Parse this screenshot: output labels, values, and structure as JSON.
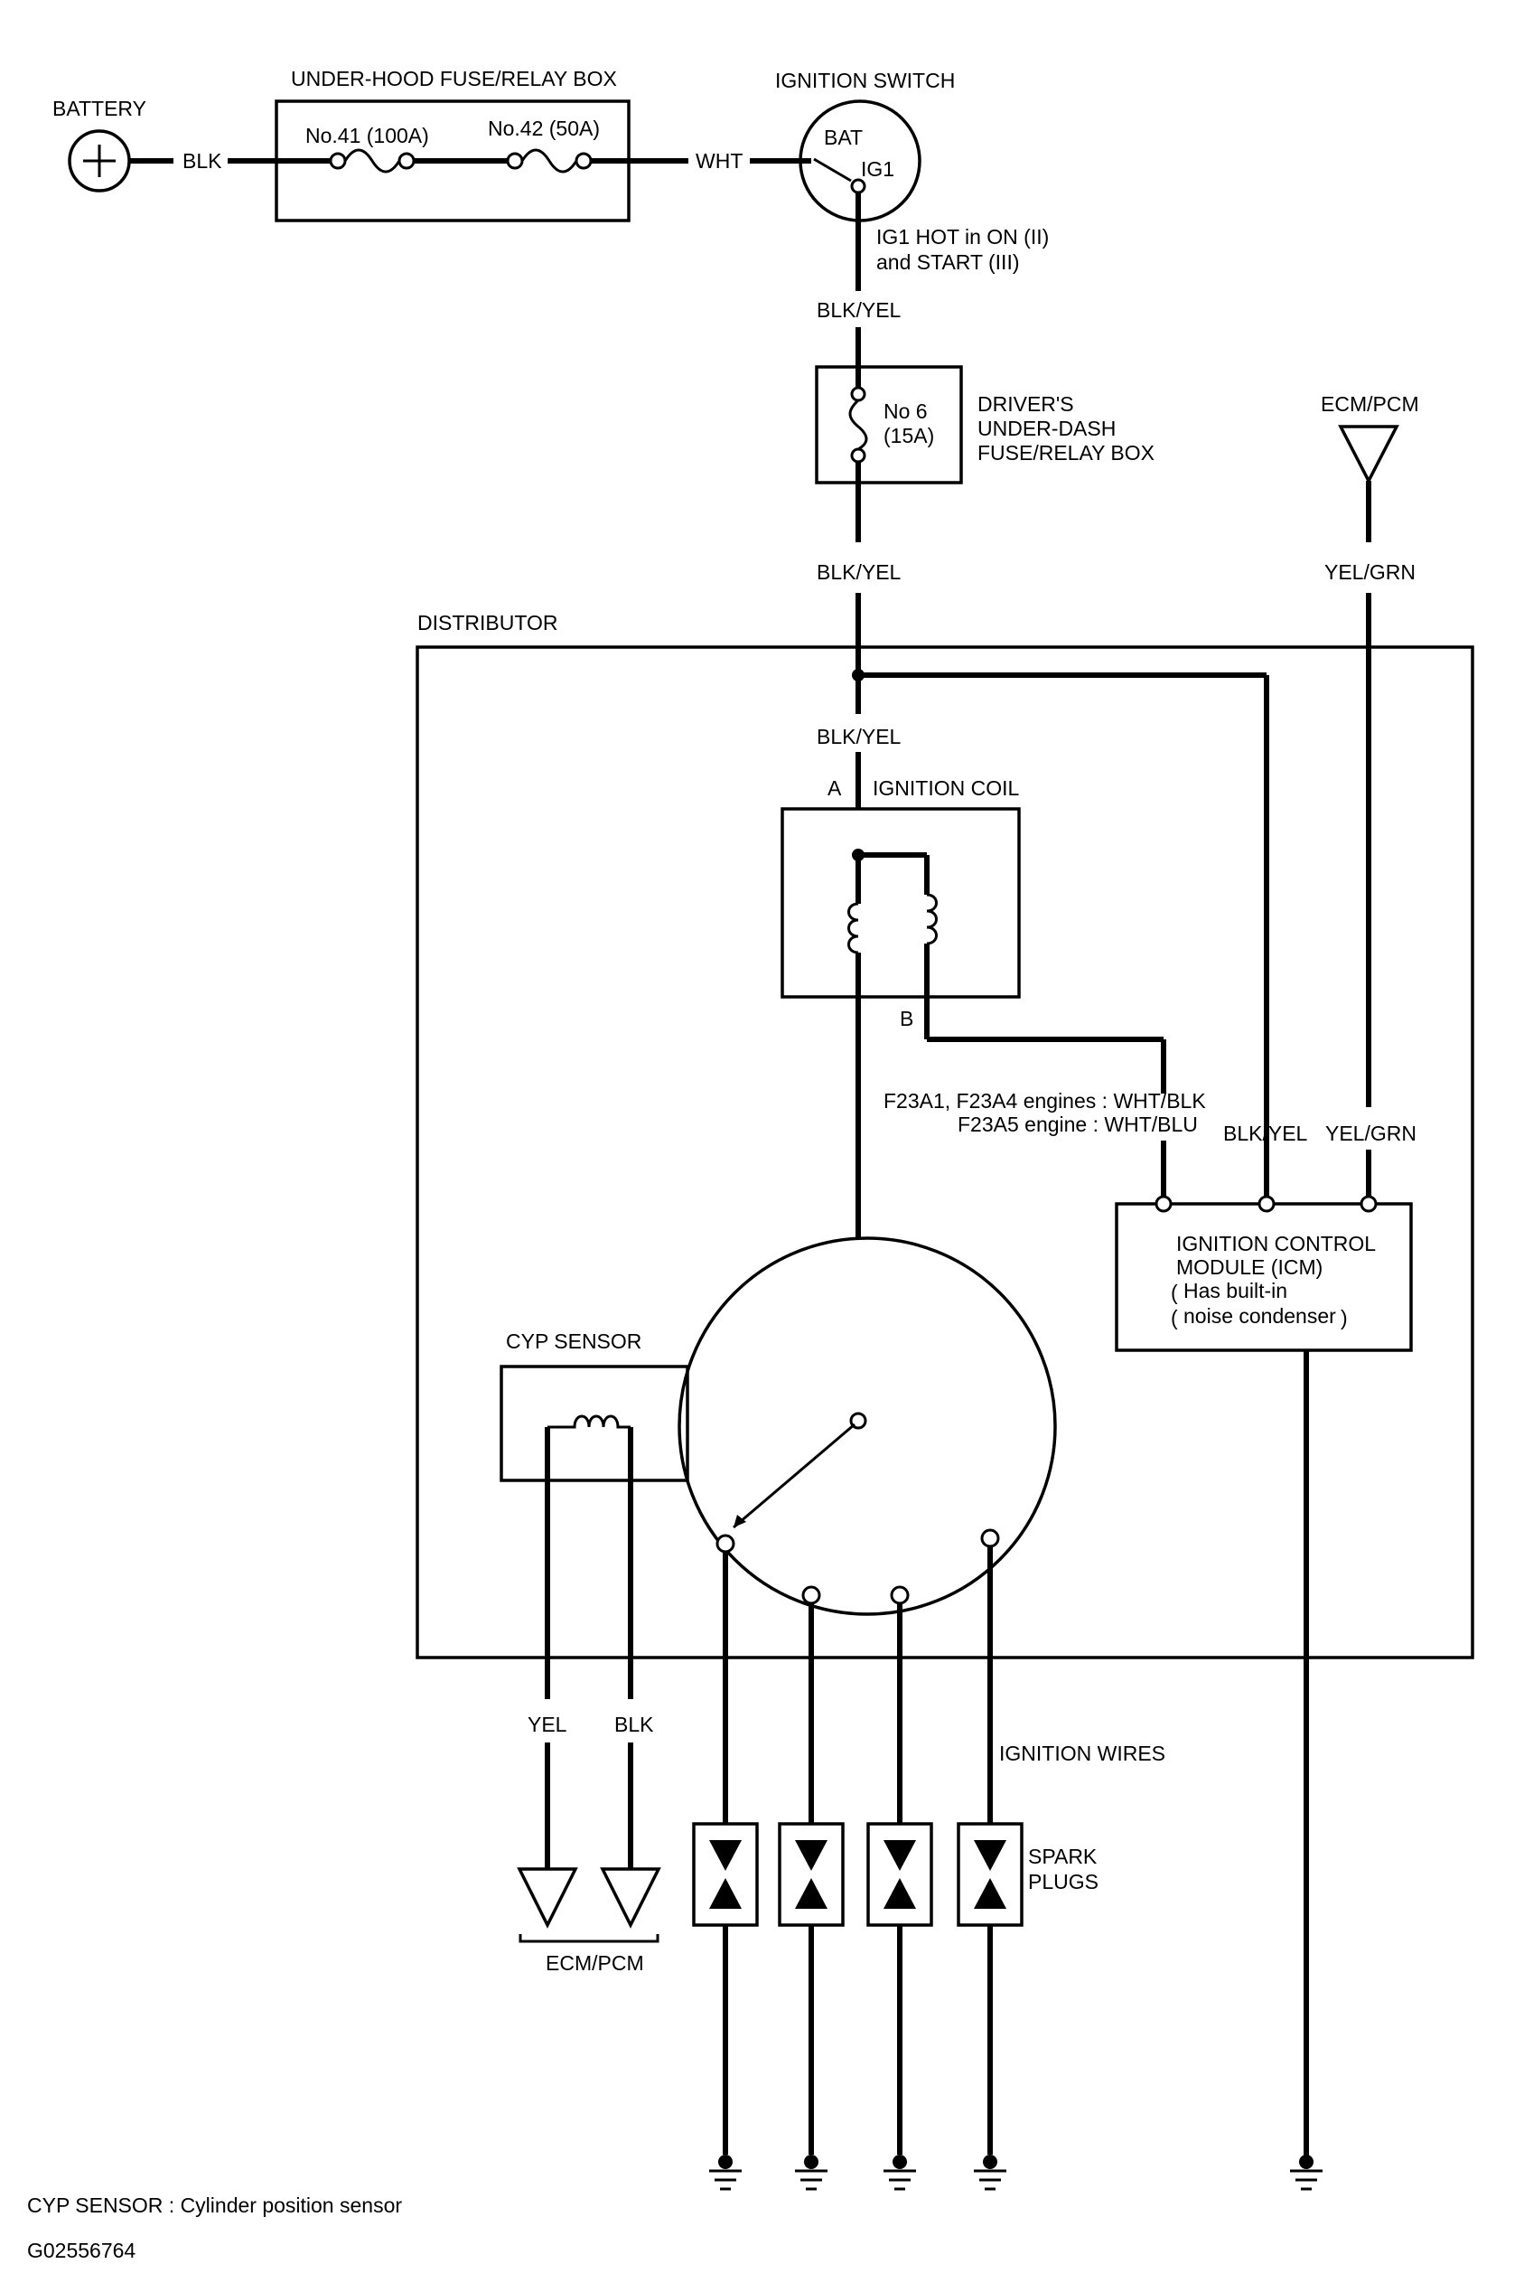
{
  "labels": {
    "battery": "BATTERY",
    "under_hood_box": "UNDER-HOOD FUSE/RELAY BOX",
    "fuse41": "No.41 (100A)",
    "fuse42": "No.42 (50A)",
    "ignition_switch": "IGNITION SWITCH",
    "bat": "BAT",
    "ig1": "IG1",
    "ig1_hot_1": "IG1 HOT in ON (II)",
    "ig1_hot_2": "and START (III)",
    "dash_fuse": "No 6",
    "dash_fuse_rating": "(15A)",
    "dash_box_1": "DRIVER'S",
    "dash_box_2": "UNDER-DASH",
    "dash_box_3": "FUSE/RELAY BOX",
    "ecm_pcm_top": "ECM/PCM",
    "distributor": "DISTRIBUTOR",
    "terminal_a": "A",
    "ignition_coil": "IGNITION COIL",
    "terminal_b": "B",
    "engines_line1": "F23A1, F23A4 engines :  WHT/BLK",
    "engines_line2": "F23A5 engine :  WHT/BLU",
    "icm_1": "IGNITION CONTROL",
    "icm_2": "MODULE (ICM)",
    "icm_3": "Has built-in",
    "icm_4": "noise condenser",
    "cyp_sensor": "CYP SENSOR",
    "ignition_wires": "IGNITION WIRES",
    "spark_plugs_1": "SPARK",
    "spark_plugs_2": "PLUGS",
    "ecm_pcm_bottom": "ECM/PCM",
    "footnote": "CYP SENSOR : Cylinder position sensor",
    "figure_id": "G02556764"
  },
  "wire_colors": {
    "battery_to_fuse": "BLK",
    "fuse_to_switch": "WHT",
    "switch_to_dash": "BLK/YEL",
    "dash_to_distributor": "BLK/YEL",
    "to_coil": "BLK/YEL",
    "icm_power": "BLK/YEL",
    "ecm_top": "YEL/GRN",
    "icm_ecm": "YEL/GRN",
    "cyp_left": "YEL",
    "cyp_right": "BLK"
  }
}
